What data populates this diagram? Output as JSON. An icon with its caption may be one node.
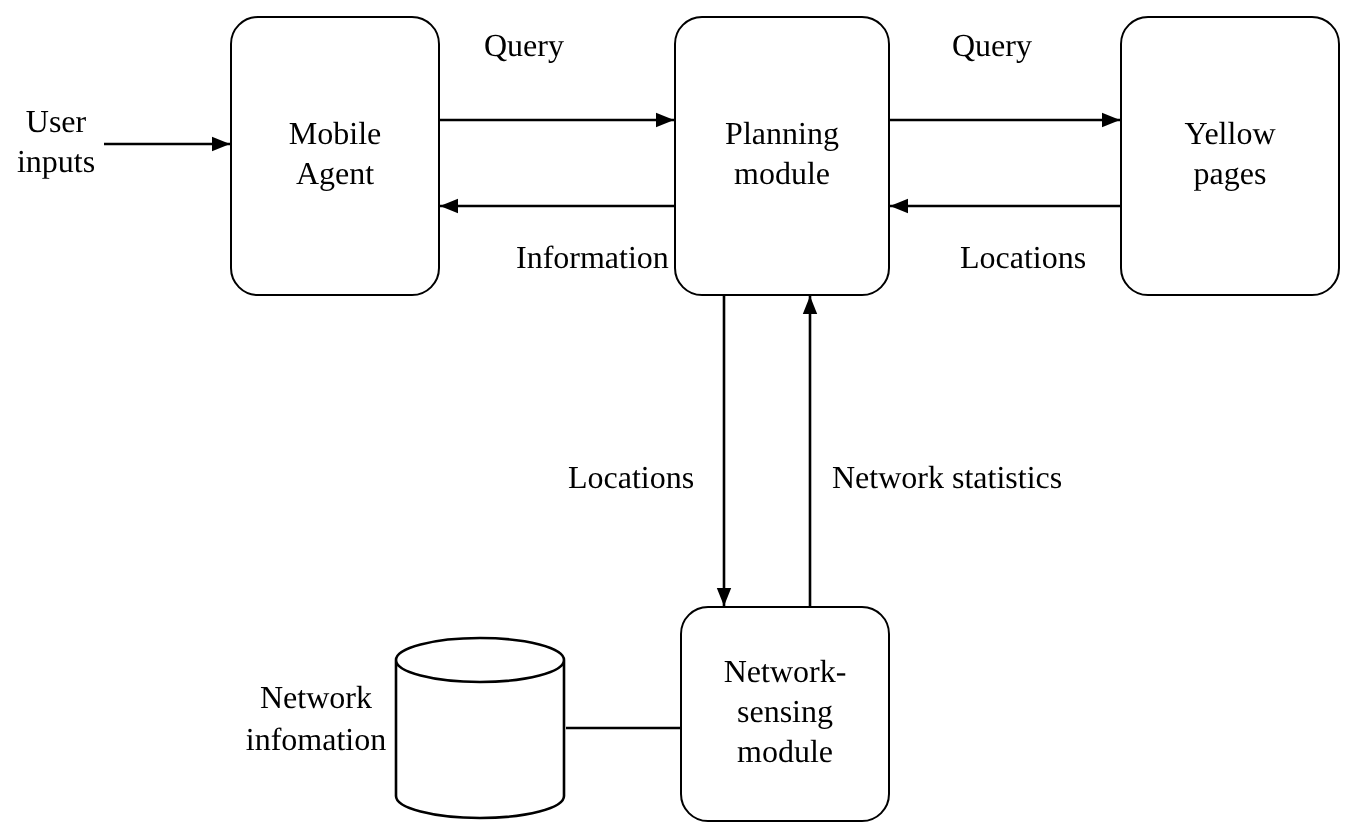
{
  "diagram": {
    "nodes": [
      {
        "text": [
          "User inputs"
        ]
      },
      {
        "text": [
          "Mobile Agent"
        ]
      },
      {
        "text": [
          "Planning module"
        ]
      },
      {
        "text": [
          "Yellow pages"
        ]
      },
      {
        "text": [
          "Network-sensing module"
        ]
      },
      {
        "text": [],
        "shape": "cylinder",
        "beside": [
          "Network infomation"
        ]
      }
    ],
    "edges": [
      {
        "from": 0,
        "to": 1,
        "arrow": "to"
      },
      {
        "from": 1,
        "to": 2,
        "arrow": "to",
        "label": "Query"
      },
      {
        "from": 2,
        "to": 1,
        "arrow": "to",
        "label": "Information"
      },
      {
        "from": 2,
        "to": 3,
        "arrow": "to",
        "label": "Query"
      },
      {
        "from": 3,
        "to": 2,
        "arrow": "to",
        "label": "Locations"
      },
      {
        "from": 2,
        "to": 4,
        "arrow": "to",
        "label": "Locations"
      },
      {
        "from": 4,
        "to": 2,
        "arrow": "to",
        "label": "Network statistics"
      },
      {
        "from": 5,
        "to": 4,
        "arrow": "none"
      }
    ]
  }
}
